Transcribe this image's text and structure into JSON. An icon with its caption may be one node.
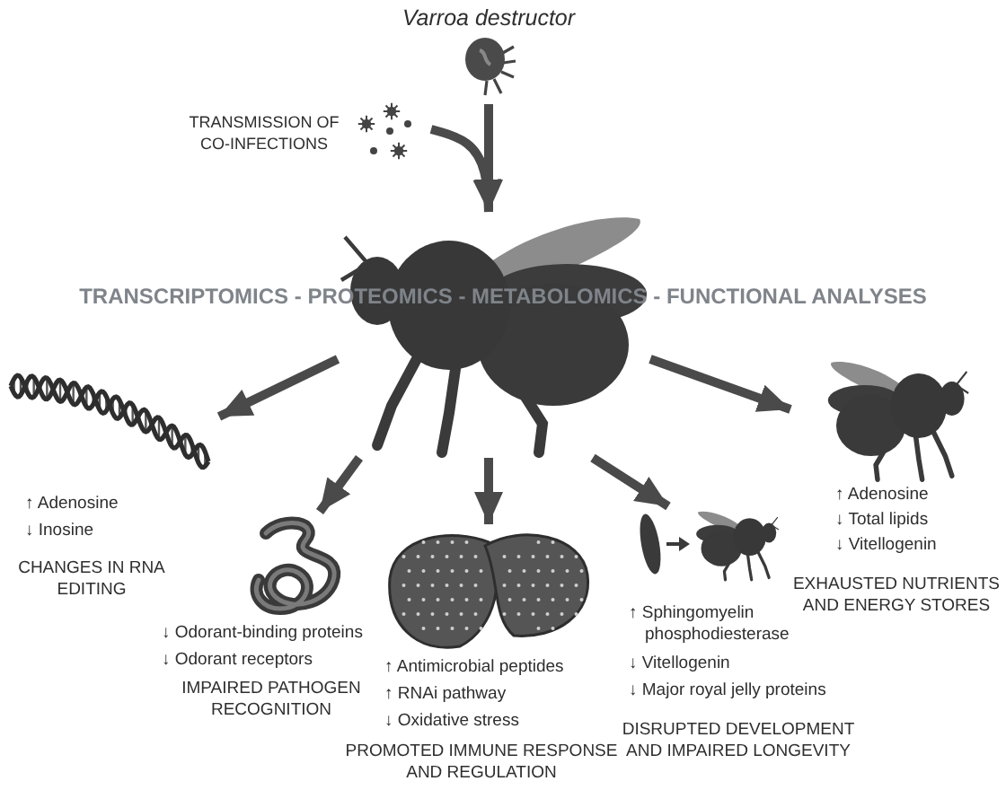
{
  "diagram": {
    "nodes": [
      {
        "text": [
          "Varroa destructor"
        ]
      },
      {
        "text": [],
        "shape": "picture",
        "beside": [
          "TRANSMISSION OF CO-INFECTIONS"
        ]
      },
      {
        "text": [],
        "shape": "picture"
      },
      {
        "text": [
          "↑ Adenosine",
          "↓ Inosine",
          "CHANGES IN RNA EDITING"
        ]
      },
      {
        "text": [
          "↓ Odorant-binding proteins",
          "↓ Odorant receptors",
          "IMPAIRED PATHOGEN RECOGNITION"
        ]
      },
      {
        "text": [
          "↑ Antimicrobial peptides",
          "↑ RNAi pathway",
          "↓ Oxidative stress",
          "PROMOTED IMMUNE RESPONSE AND REGULATION"
        ]
      },
      {
        "text": [
          "↑ Sphingomyelin phosphodiesterase",
          "↓ Vitellogenin",
          "↓ Major royal jelly proteins",
          "DISRUPTED DEVELOPMENT AND IMPAIRED LONGEVITY"
        ]
      },
      {
        "text": [
          "↑ Adenosine",
          "↓ Total lipids",
          "↓ Vitellogenin",
          "EXHAUSTED NUTRIENTS AND ENERGY STORES"
        ]
      }
    ],
    "edges": [
      {
        "from": 0,
        "to": 2,
        "arrow": "to"
      },
      {
        "from": 1,
        "to": 2,
        "arrow": "to"
      },
      {
        "from": 2,
        "to": 3,
        "arrow": "to"
      },
      {
        "from": 2,
        "to": 4,
        "arrow": "to"
      },
      {
        "from": 2,
        "to": 5,
        "arrow": "to"
      },
      {
        "from": 2,
        "to": 6,
        "arrow": "to"
      },
      {
        "from": 2,
        "to": 7,
        "arrow": "to"
      }
    ],
    "labels": [
      "TRANSCRIPTOMICS - PROTEOMICS - METABOLOMICS - FUNCTIONAL ANALYSES"
    ]
  }
}
